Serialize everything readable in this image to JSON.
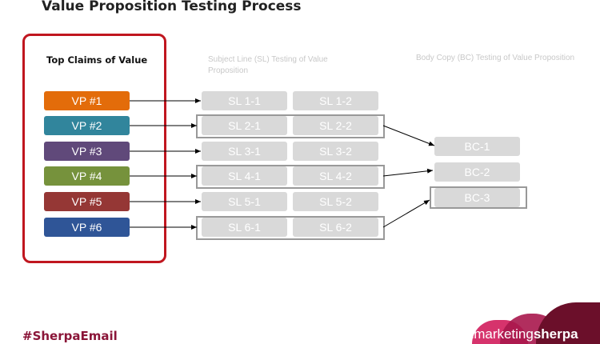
{
  "title": "Value Proposition Testing Process",
  "claims_heading": "Top Claims of Value",
  "sl_heading": "Subject Line (SL) Testing of Value Proposition",
  "bc_heading": "Body Copy (BC) Testing of Value Proposition",
  "vps": [
    {
      "label": "VP #1",
      "color": "#e36c0a"
    },
    {
      "label": "VP #2",
      "color": "#31859c"
    },
    {
      "label": "VP #3",
      "color": "#60497a"
    },
    {
      "label": "VP #4",
      "color": "#76923c"
    },
    {
      "label": "VP #5",
      "color": "#953735"
    },
    {
      "label": "VP #6",
      "color": "#2f5597"
    }
  ],
  "sl": [
    [
      "SL 1-1",
      "SL 1-2"
    ],
    [
      "SL 2-1",
      "SL 2-2"
    ],
    [
      "SL 3-1",
      "SL 3-2"
    ],
    [
      "SL 4-1",
      "SL 4-2"
    ],
    [
      "SL 5-1",
      "SL 5-2"
    ],
    [
      "SL 6-1",
      "SL 6-2"
    ]
  ],
  "bc": [
    "BC-1",
    "BC-2",
    "BC-3"
  ],
  "footer_hashtag": "#SherpaEmail",
  "logo": "marketingsherpa"
}
